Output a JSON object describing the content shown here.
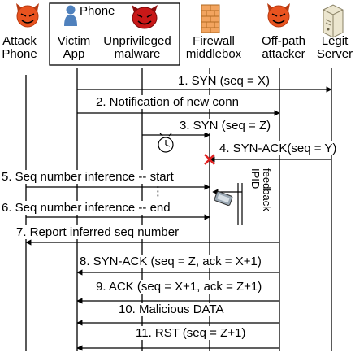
{
  "entities": {
    "attack_phone": [
      "Attack",
      "Phone"
    ],
    "phone_group": "Phone",
    "victim_app": [
      "Victim",
      "App"
    ],
    "malware": [
      "Unprivileged",
      "malware"
    ],
    "firewall": [
      "Firewall",
      "middlebox"
    ],
    "offpath": [
      "Off-path",
      "attacker"
    ],
    "server": [
      "Legit",
      "Server"
    ]
  },
  "messages": {
    "m1": "1. SYN (seq = X)",
    "m2": "2. Notification of new conn",
    "m3": "3. SYN (seq = Z)",
    "m4": "4. SYN-ACK(seq = Y)",
    "m5": "5. Seq number inference -- start",
    "m6": "6. Seq number inference -- end",
    "m7": "7. Report inferred seq number",
    "m8": "8. SYN-ACK (seq = Z, ack = X+1)",
    "m9": "9. ACK (seq = X+1, ack = Z+1)",
    "m10": "10. Malicious DATA",
    "m11": "11. RST (seq = Z+1)",
    "dots": "⋮",
    "ipid_feedback": [
      "IPID",
      "feedback"
    ]
  },
  "colors": {
    "devil_face": "#e8531f",
    "devil_outline": "#b83a10",
    "person_blue": "#4f81bd",
    "firewall": "#f2a45f",
    "server_body": "#ece6cf",
    "blocked_x": "#e02020",
    "line": "#000000"
  },
  "icons": [
    "devil-icon",
    "person-icon",
    "malware-icon",
    "firewall-icon",
    "server-icon",
    "timer-icon",
    "ipid-device-icon",
    "blocked-x-icon"
  ]
}
